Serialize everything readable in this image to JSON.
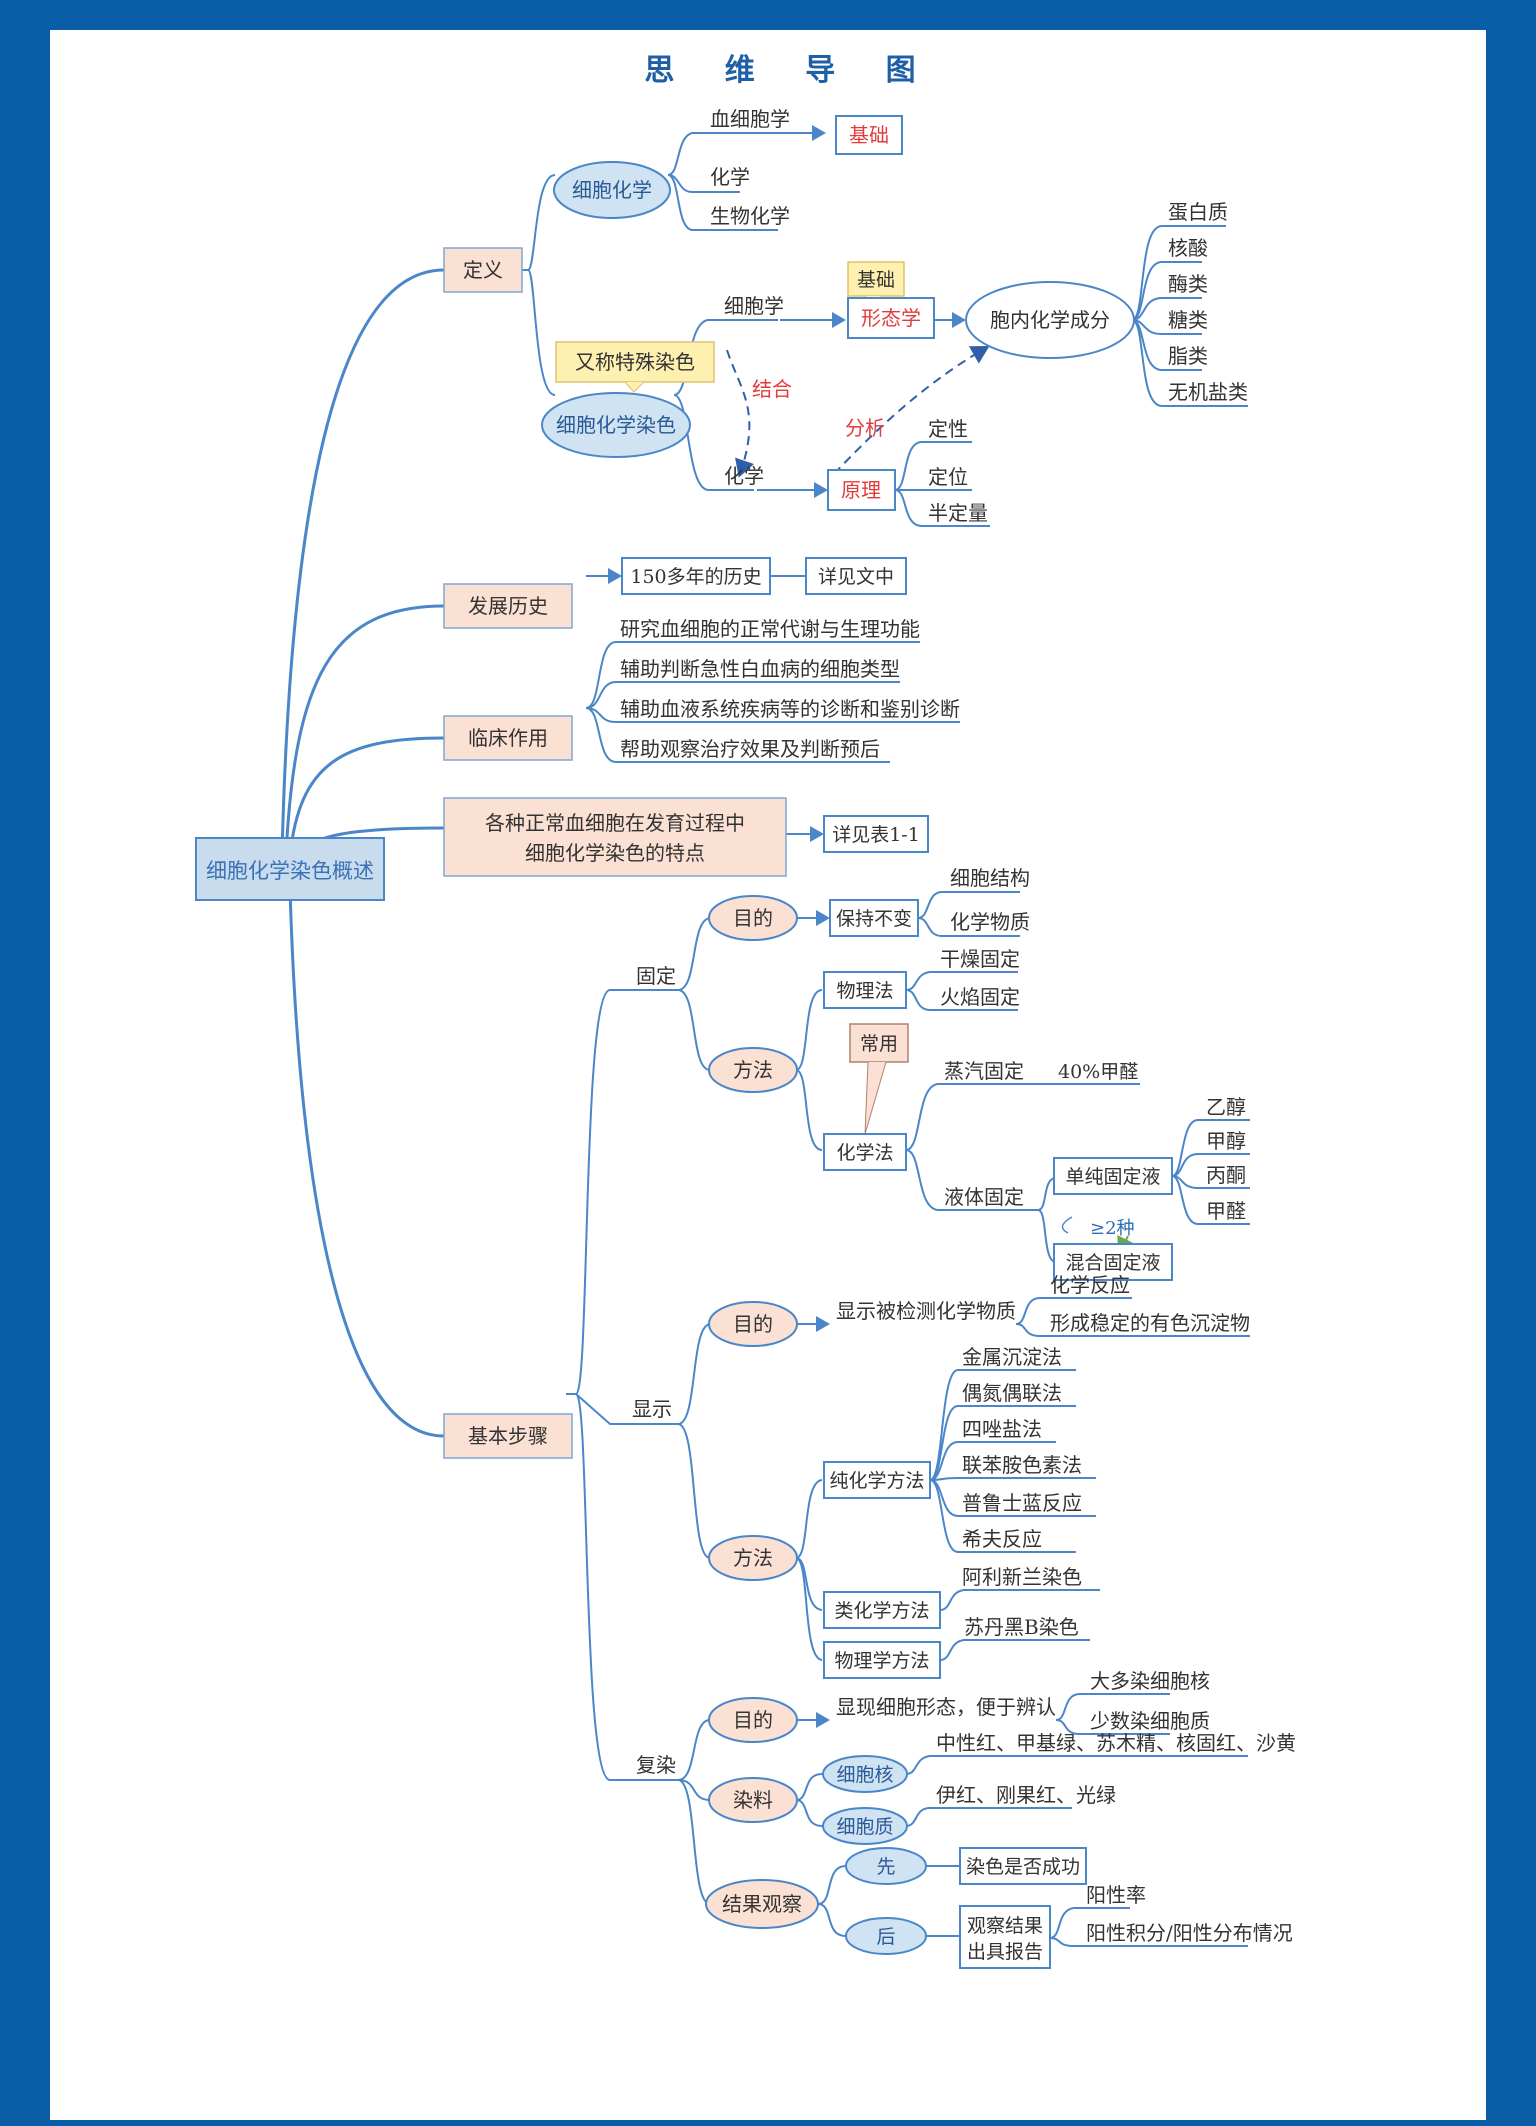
{
  "title": "思 维 导 图",
  "colors": {
    "border": "#0a5ea8",
    "line": "#4a86c8",
    "box_pink": "#fbe1d3",
    "ellipse_blue": "#cfe3f2",
    "root_fill": "#c9dcee",
    "note_yellow": "#fdf0b0",
    "red_text": "#e23b3b",
    "blue_text": "#2a6db5"
  },
  "root": "细胞化学染色概述",
  "definition": {
    "label": "定义",
    "cell_chem": {
      "label": "细胞化学",
      "children": [
        "血细胞学",
        "化学",
        "生物化学"
      ],
      "note": "基础"
    },
    "cytochem_stain": {
      "label": "细胞化学染色",
      "alias": "又称特殊染色",
      "cytology": "细胞学",
      "chemistry": "化学",
      "combine": "结合",
      "morphology": "形态学",
      "morph_note": "基础",
      "components_label": "胞内化学成分",
      "components": [
        "蛋白质",
        "核酸",
        "酶类",
        "糖类",
        "脂类",
        "无机盐类"
      ],
      "principle": "原理",
      "analysis": "分析",
      "principle_items": [
        "定性",
        "定位",
        "半定量"
      ]
    }
  },
  "history": {
    "label": "发展历史",
    "years": "150多年的历史",
    "ref": "详见文中"
  },
  "clinical": {
    "label": "临床作用",
    "items": [
      "研究血细胞的正常代谢与生理功能",
      "辅助判断急性白血病的细胞类型",
      "辅助血液系统疾病等的诊断和鉴别诊断",
      "帮助观察治疗效果及判断预后"
    ]
  },
  "features": {
    "label_line1": "各种正常血细胞在发育过程中",
    "label_line2": "细胞化学染色的特点",
    "ref": "详见表1-1"
  },
  "steps": {
    "label": "基本步骤",
    "fix": {
      "label": "固定",
      "purpose": "目的",
      "keep": "保持不变",
      "keep_items": [
        "细胞结构",
        "化学物质"
      ],
      "method": "方法",
      "physical": "物理法",
      "physical_items": [
        "干燥固定",
        "火焰固定"
      ],
      "common": "常用",
      "chemical": "化学法",
      "steam": "蒸汽固定",
      "formaldehyde": "40%甲醛",
      "liquid": "液体固定",
      "single": "单纯固定液",
      "single_items": [
        "乙醇",
        "甲醇",
        "丙酮",
        "甲醛"
      ],
      "ge2": "≥2种",
      "mixed": "混合固定液"
    },
    "show": {
      "label": "显示",
      "purpose": "目的",
      "purpose_text": "显示被检测化学物质",
      "purpose_items": [
        "化学反应",
        "形成稳定的有色沉淀物"
      ],
      "method": "方法",
      "pure": "纯化学方法",
      "pure_items": [
        "金属沉淀法",
        "偶氮偶联法",
        "四唑盐法",
        "联苯胺色素法",
        "普鲁士蓝反应",
        "希夫反应"
      ],
      "quasi": "类化学方法",
      "quasi_item": "阿利新兰染色",
      "physics": "物理学方法",
      "physics_item": "苏丹黑B染色"
    },
    "counter": {
      "label": "复染",
      "purpose": "目的",
      "purpose_text": "显现细胞形态，便于辨认",
      "purpose_items": [
        "大多染细胞核",
        "少数染细胞质"
      ],
      "dye": "染料",
      "nucleus": "细胞核",
      "nucleus_dyes": "中性红、甲基绿、苏木精、核固红、沙黄",
      "cytoplasm": "细胞质",
      "cytoplasm_dyes": "伊红、刚果红、光绿",
      "result": "结果观察",
      "first": "先",
      "first_text": "染色是否成功",
      "after": "后",
      "after_line1": "观察结果",
      "after_line2": "出具报告",
      "after_items": [
        "阳性率",
        "阳性积分/阳性分布情况"
      ]
    }
  }
}
